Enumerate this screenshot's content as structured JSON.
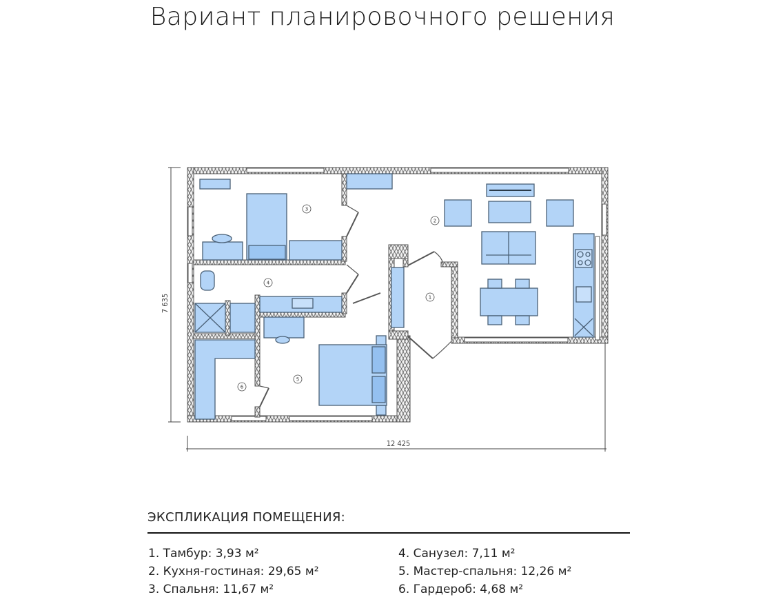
{
  "title": "Вариант планировочного решения",
  "plan": {
    "dimensions": {
      "width": "12 425",
      "height": "7 635"
    },
    "room_markers": [
      "1",
      "2",
      "3",
      "4",
      "5",
      "6"
    ],
    "colors": {
      "furniture_fill": "#b3d4f7",
      "furniture_stroke": "#4a6076",
      "wall_stroke": "#555555",
      "wall_fill": "#e6e6e6"
    }
  },
  "explication": {
    "heading": "ЭКСПЛИКАЦИЯ ПОМЕЩЕНИЯ:",
    "rooms": [
      {
        "label": "1. Тамбур: 3,93 м²"
      },
      {
        "label": "2. Кухня-гостиная:  29,65 м²"
      },
      {
        "label": "3. Спальня:  11,67 м²"
      },
      {
        "label": "4. Санузел: 7,11 м²"
      },
      {
        "label": "5. Мастер-спальня:  12,26 м²"
      },
      {
        "label": "6. Гардероб: 4,68 м²"
      }
    ]
  }
}
